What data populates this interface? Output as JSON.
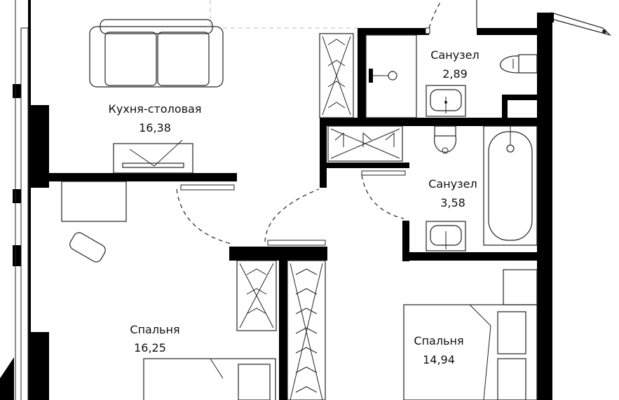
{
  "rooms": [
    {
      "id": "kitchen-dining",
      "name": "Кухня-столовая",
      "area": "16,38"
    },
    {
      "id": "bathroom-1",
      "name": "Санузел",
      "area": "2,89"
    },
    {
      "id": "bathroom-2",
      "name": "Санузел",
      "area": "3,58"
    },
    {
      "id": "bedroom-1",
      "name": "Спальня",
      "area": "16,25"
    },
    {
      "id": "bedroom-2",
      "name": "Спальня",
      "area": "14,94"
    }
  ],
  "colors": {
    "wall": "#000000",
    "line": "#222222",
    "background": "#ffffff"
  }
}
